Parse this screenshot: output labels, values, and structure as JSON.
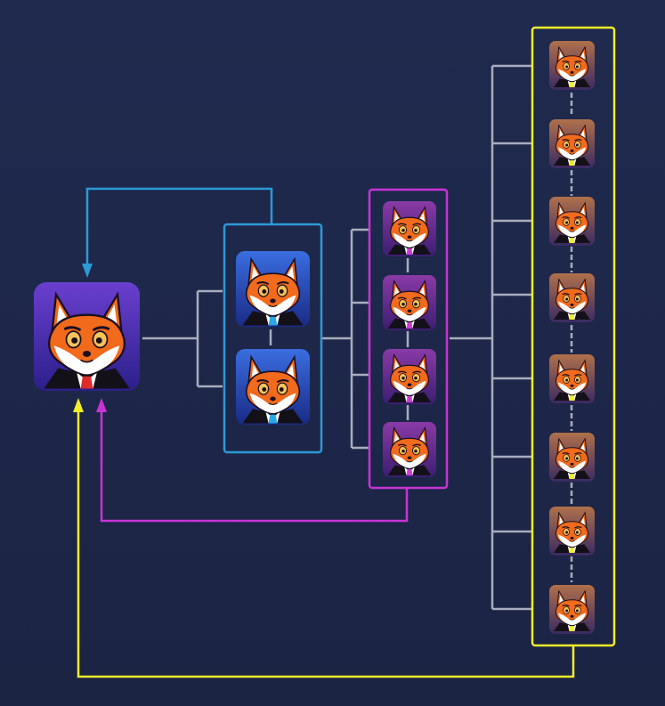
{
  "colors": {
    "background": "#1e2849",
    "connector": "#a9adbd",
    "tier1_frame": "#2b9ad8",
    "tier2_frame": "#c933d6",
    "tier3_frame": "#f2ee2a",
    "root_bg_top": "#6a3fcf",
    "root_bg_bottom": "#2b1f8a",
    "tier1_bg_top": "#3a6de0",
    "tier1_bg_bottom": "#1a2a86",
    "tier2_bg_top": "#8a3aa6",
    "tier2_bg_bottom": "#3b1e72",
    "tier3_bg_top": "#b0704a",
    "tier3_bg_bottom": "#3a2a62",
    "fox_orange": "#f26a1b",
    "fox_white": "#ffffff",
    "fox_dark": "#1a1020",
    "root_tie": "#e02a2a",
    "tier1_tie": "#2aa8e8",
    "tier2_tie": "#d23ad8",
    "tier3_tie": "#f2ee2a"
  },
  "icon": "fox-avatar-icon",
  "tree": {
    "root": {
      "icon": "fox-avatar-icon",
      "tie": "red"
    },
    "tiers": [
      {
        "tier": 1,
        "count": 2,
        "tie": "blue",
        "frame_color": "blue"
      },
      {
        "tier": 2,
        "count": 4,
        "tie": "magenta",
        "frame_color": "magenta"
      },
      {
        "tier": 3,
        "count": 8,
        "tie": "yellow",
        "frame_color": "yellow"
      }
    ],
    "feedback_arrows": [
      {
        "from_tier": 1,
        "to": "root",
        "color": "blue"
      },
      {
        "from_tier": 2,
        "to": "root",
        "color": "magenta"
      },
      {
        "from_tier": 3,
        "to": "root",
        "color": "yellow"
      }
    ]
  }
}
